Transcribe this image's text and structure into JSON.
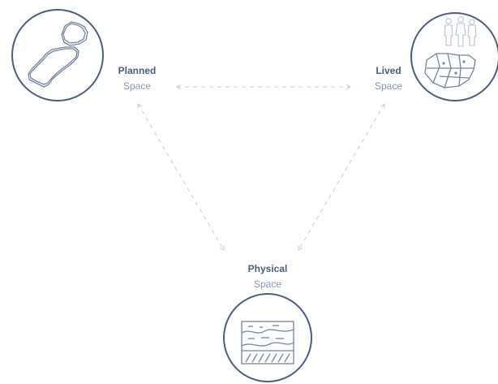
{
  "nodes": {
    "planned": {
      "title": "Planned",
      "subtitle": "Space",
      "icon": "map-outline-icon"
    },
    "lived": {
      "title": "Lived",
      "subtitle": "Space",
      "icon": "people-on-map-icon"
    },
    "physical": {
      "title": "Physical",
      "subtitle": "Space",
      "icon": "soil-layers-icon"
    }
  },
  "colors": {
    "stroke": "#4d5d7c",
    "icon": "#7383a0",
    "faint": "#b9c2d3",
    "arrow": "#c5ccd8",
    "subtitle": "#8a97b0"
  }
}
